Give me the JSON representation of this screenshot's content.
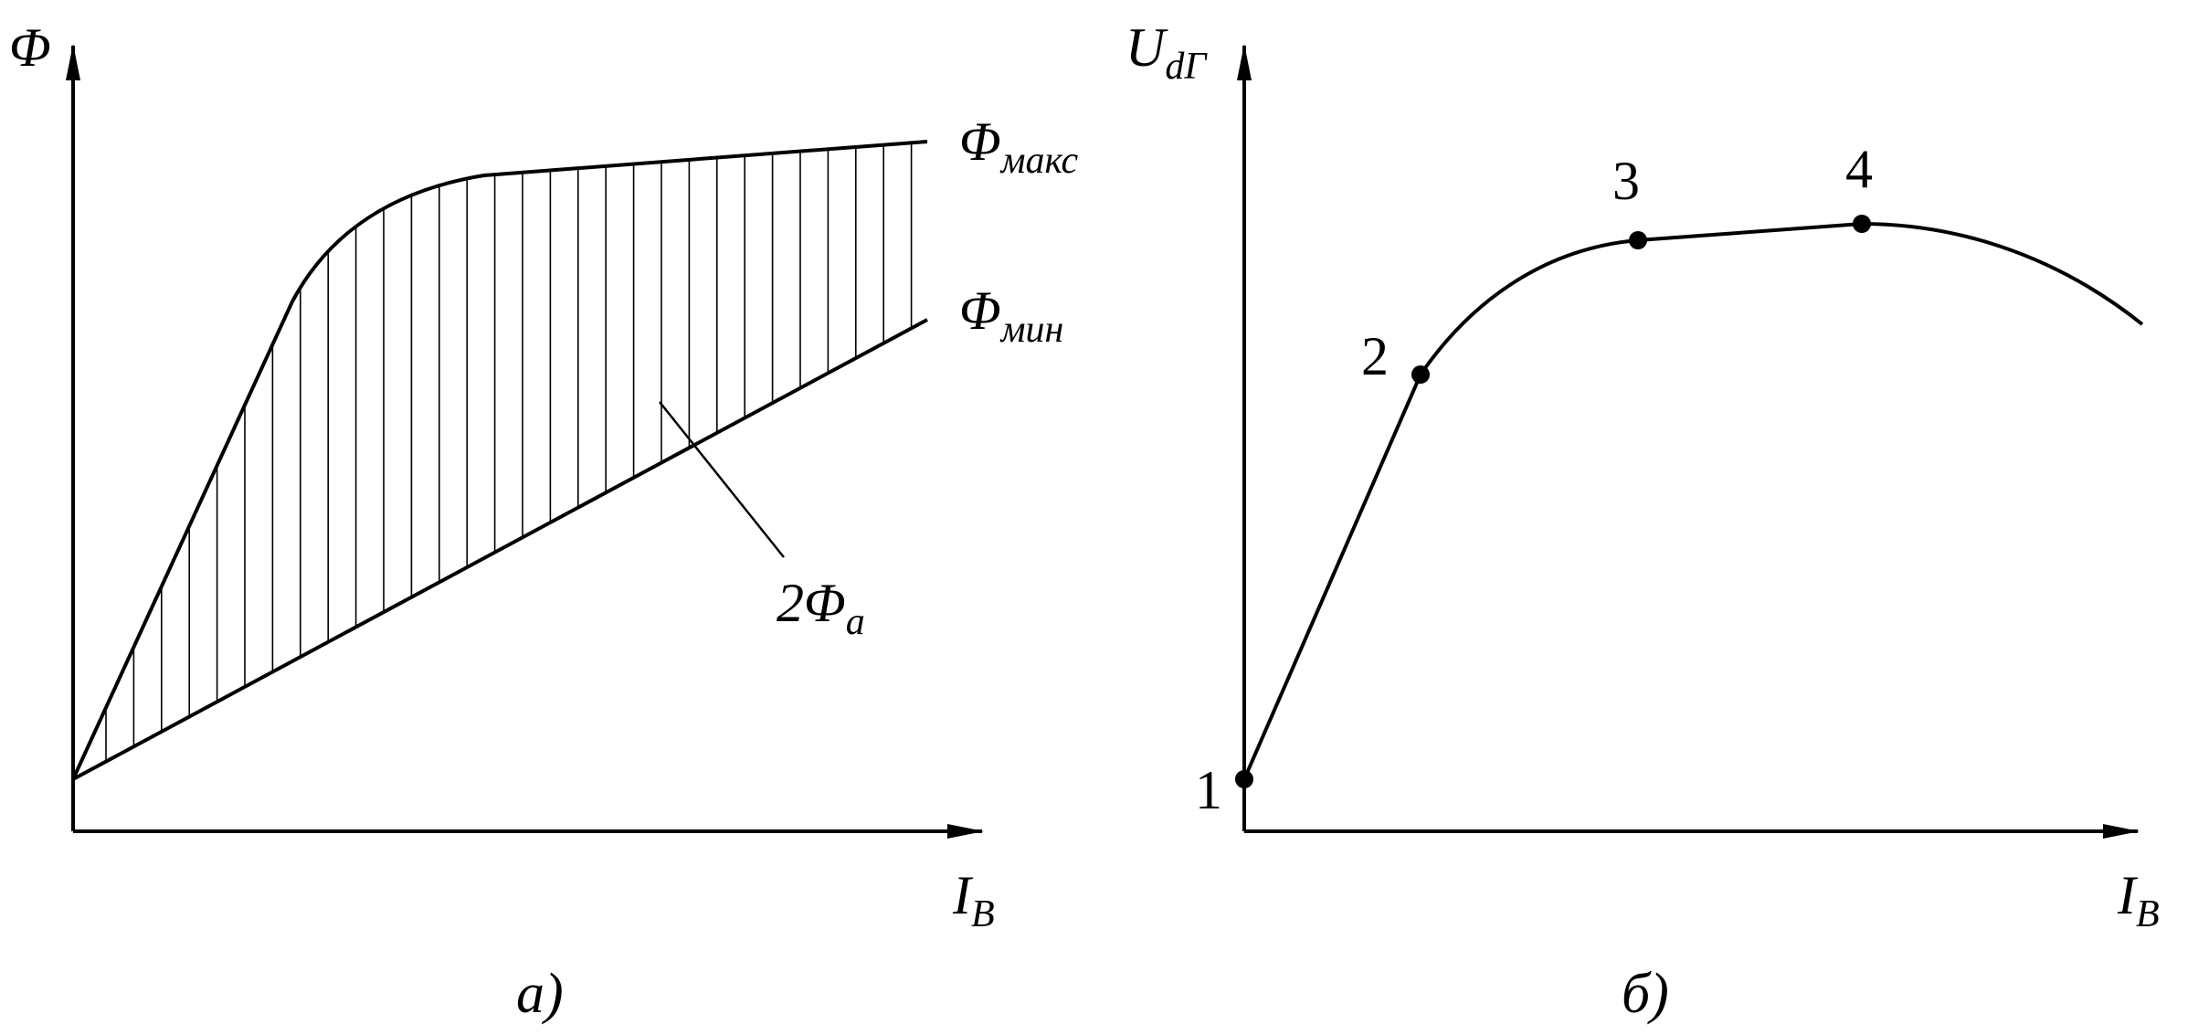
{
  "panel_a": {
    "y_axis_label": "Φ",
    "x_axis_label": "I",
    "x_axis_sub": "B",
    "max_curve_label": "Φ",
    "max_curve_sub": "макс",
    "min_curve_label": "Φ",
    "min_curve_sub": "мин",
    "region_label": "2Φ",
    "region_sub": "a",
    "caption": "а)"
  },
  "panel_b": {
    "y_axis_label": "U",
    "y_axis_sub": "dГ",
    "x_axis_label": "I",
    "x_axis_sub": "B",
    "points": [
      "1",
      "2",
      "3",
      "4"
    ],
    "caption": "б)"
  },
  "colors": {
    "stroke": "#000000",
    "background": "#ffffff"
  }
}
